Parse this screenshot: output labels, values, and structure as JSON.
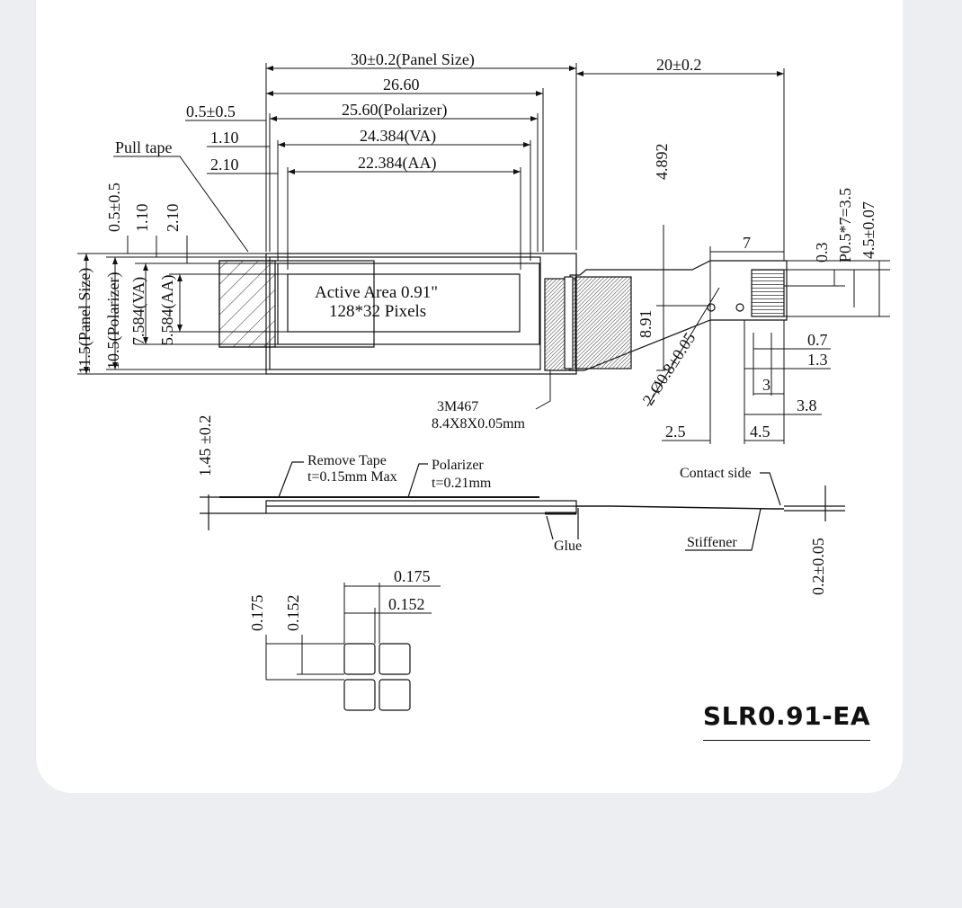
{
  "dims": {
    "panel_size_w": "30±0.2(Panel Size)",
    "fpc_len": "20±0.2",
    "d26_60": "26.60",
    "polarizer_w": "25.60(Polarizer)",
    "va_w": "24.384(VA)",
    "aa_w": "22.384(AA)",
    "off_05": "0.5±0.5",
    "off_110": "1.10",
    "off_210": "2.10",
    "v_05": "0.5±0.5",
    "v_110": "1.10",
    "v_210": "2.10",
    "panel_size_h": "11.5(Panel Size)",
    "polarizer_h": "10.5(Polarizer)",
    "va_h": "7.584(VA)",
    "aa_h": "5.584(AA)",
    "d4892": "4.892",
    "d891": "8.91",
    "d7": "7",
    "d03": "0.3",
    "pitch": "P0.5*7=3.5",
    "d45": "4.5±0.07",
    "d07": "0.7",
    "d13": "1.3",
    "d3": "3",
    "d38": "3.8",
    "d25": "2.5",
    "d45b": "4.5",
    "holes": "2-Ø0.8±0.05",
    "thickness": "1.45 ±0.2",
    "fpc_thick": "0.2±0.05",
    "pix_w1": "0.175",
    "pix_w2": "0.152",
    "pix_h1": "0.175",
    "pix_h2": "0.152"
  },
  "labels": {
    "pull_tape": "Pull tape",
    "active_area_1": "Active Area 0.91\"",
    "active_area_2": "128*32 Pixels",
    "tape_1": "3M467",
    "tape_2": "8.4X8X0.05mm",
    "remove_tape_1": "Remove Tape",
    "remove_tape_2": "t=0.15mm Max",
    "polarizer_1": "Polarizer",
    "polarizer_2": "t=0.21mm",
    "contact_side": "Contact side",
    "glue": "Glue",
    "stiffener": "Stiffener"
  },
  "model": "SLR0.91-EA"
}
